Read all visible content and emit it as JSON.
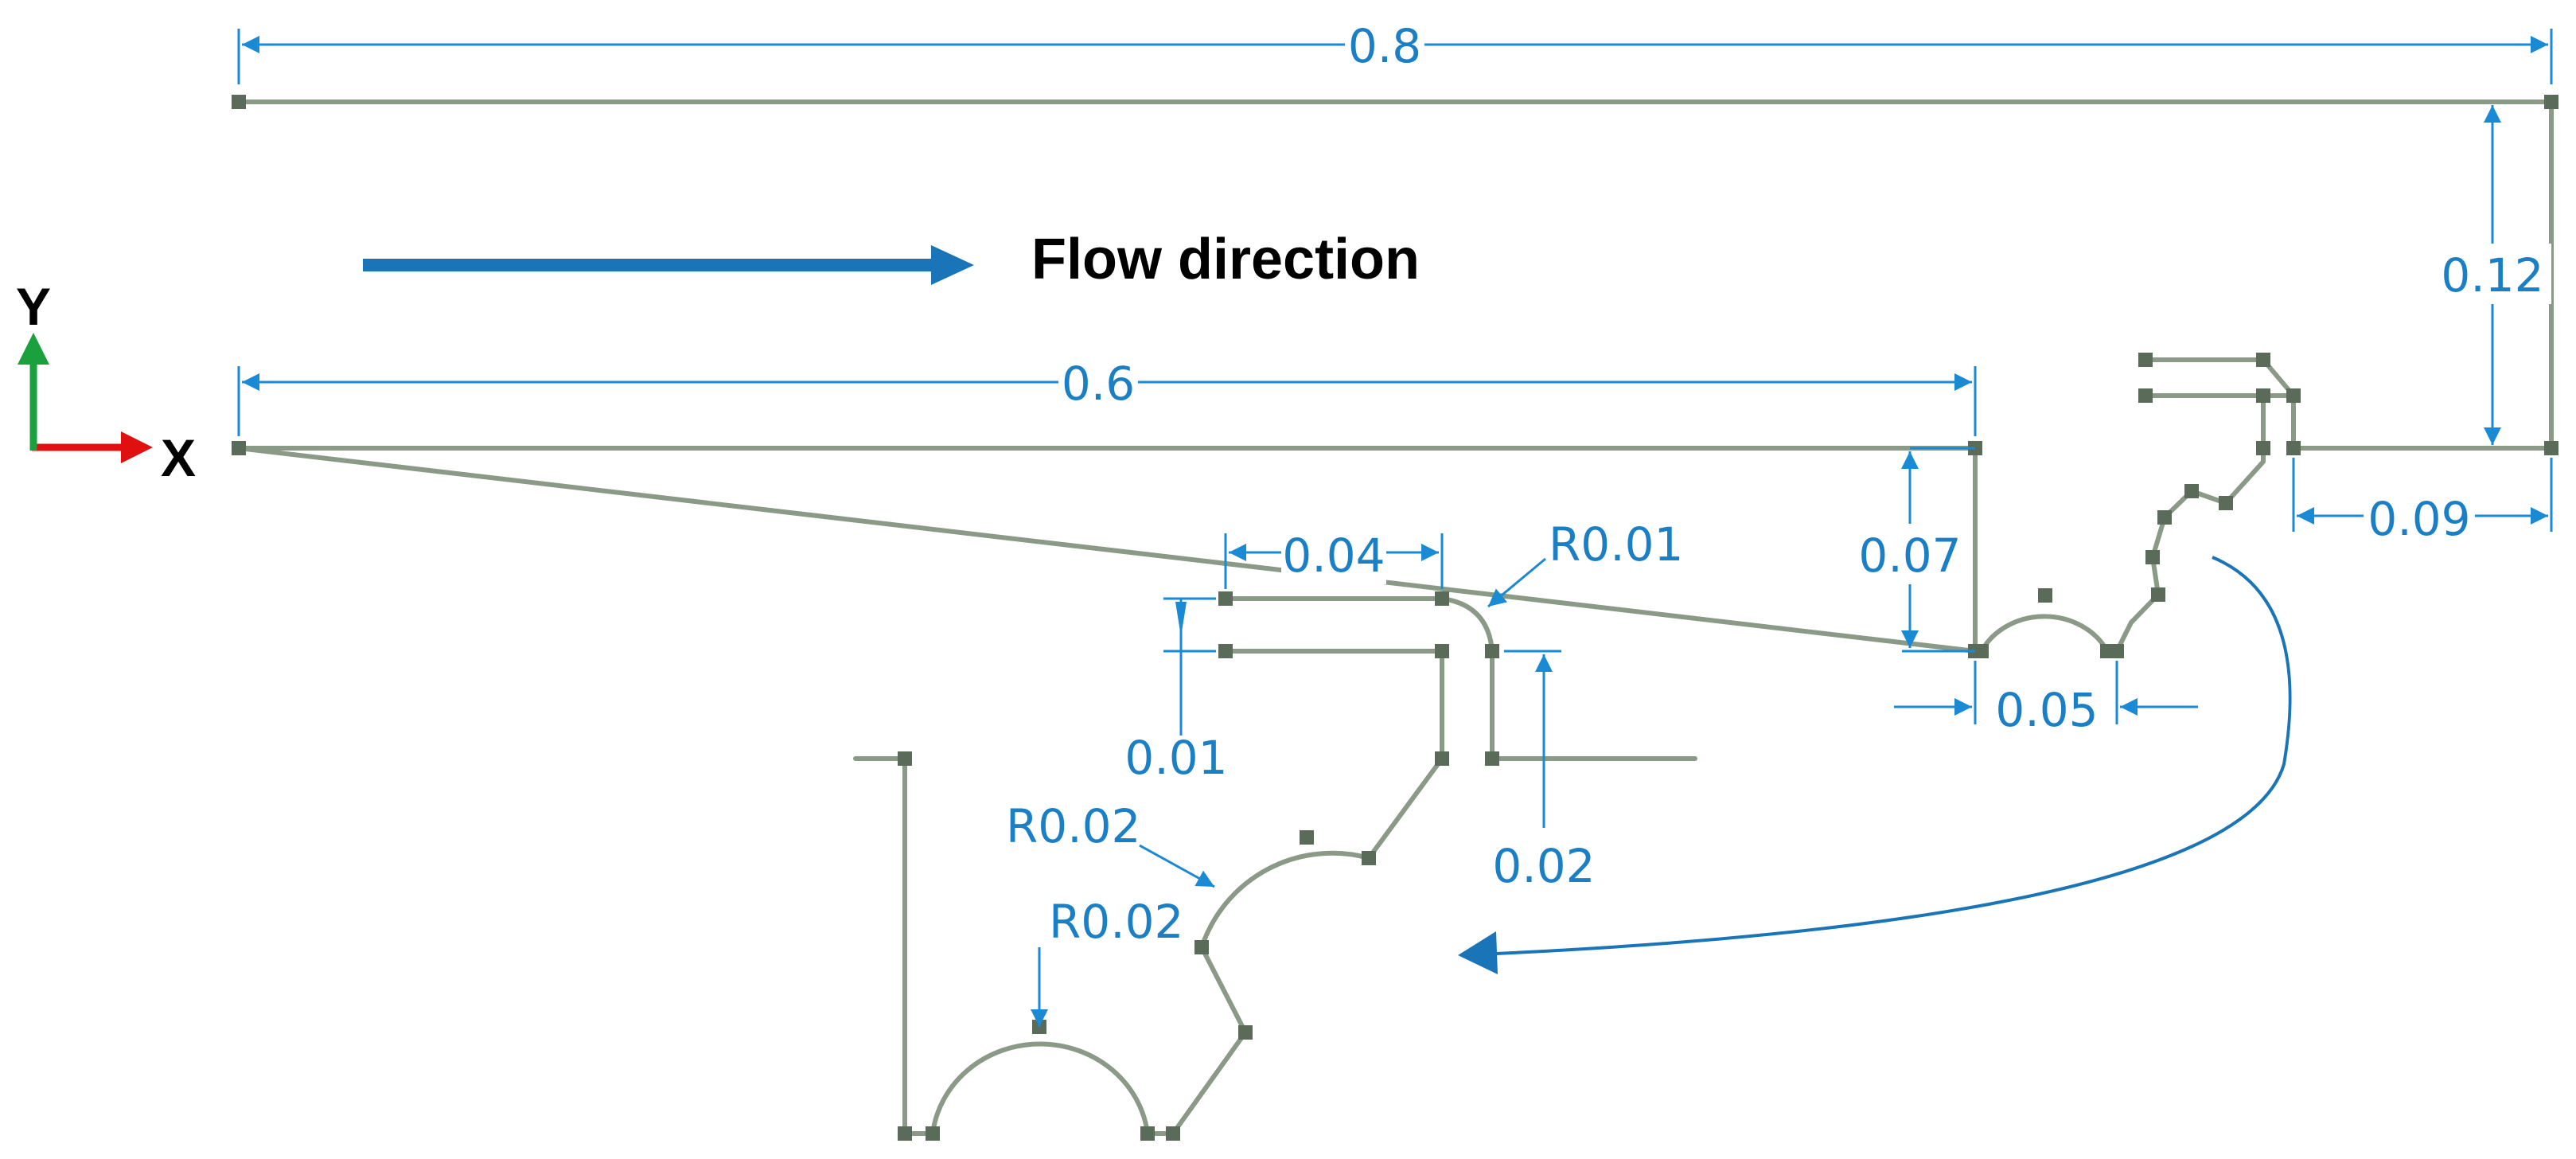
{
  "flow": {
    "label": "Flow direction"
  },
  "axes": {
    "x_label": "X",
    "y_label": "Y"
  },
  "dimensions": {
    "total_length": "0.8",
    "upstream_length": "0.6",
    "channel_height": "0.12",
    "cavity_depth": "0.07",
    "cavity_width": "0.05",
    "downstream_length": "0.09",
    "detail_step_length": "0.04",
    "detail_step_thickness": "0.01",
    "detail_gap": "0.02",
    "detail_corner_radius": "R0.01",
    "detail_arc_radius_upper": "R0.02",
    "detail_arc_radius_lower": "R0.02"
  },
  "colors": {
    "geometry": "#8a9a86",
    "nodes": "#5b6b5a",
    "dimension": "#1a8ad4",
    "flow_arrow": "#1a74b8",
    "axis_x": "#e01010",
    "axis_y": "#1aa03c"
  }
}
